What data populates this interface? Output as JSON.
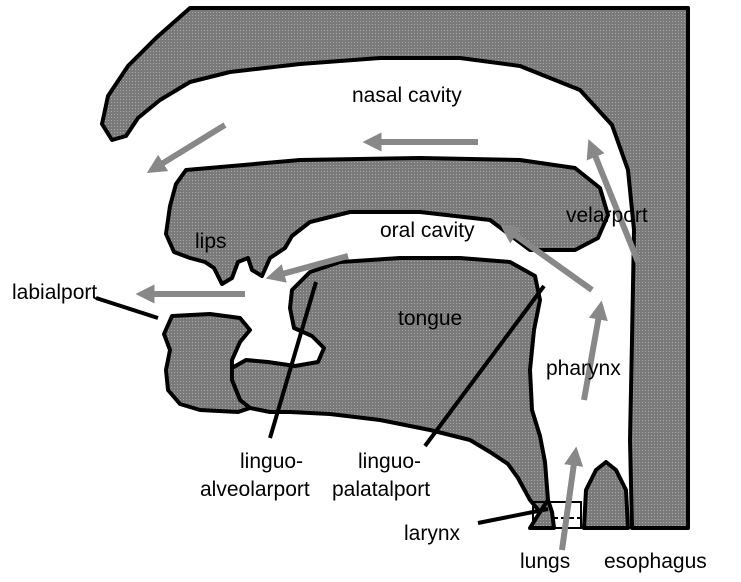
{
  "diagram": {
    "labels": {
      "nasal_cavity": "nasal cavity",
      "oral_cavity": "oral cavity",
      "lips": "lips",
      "labialport": "labialport",
      "tongue": "tongue",
      "velarport": "velarport",
      "pharynx": "pharynx",
      "linguo_alveolarport_line1": "linguo-",
      "linguo_alveolarport_line2": "alveolarport",
      "linguo_palatalport_line1": "linguo-",
      "linguo_palatalport_line2": "palatalport",
      "larynx": "larynx",
      "lungs": "lungs",
      "esophagus": "esophagus"
    },
    "colors": {
      "tissue": "#7a7a7a",
      "arrow": "#888888",
      "outline": "#000000",
      "background": "#ffffff"
    }
  }
}
